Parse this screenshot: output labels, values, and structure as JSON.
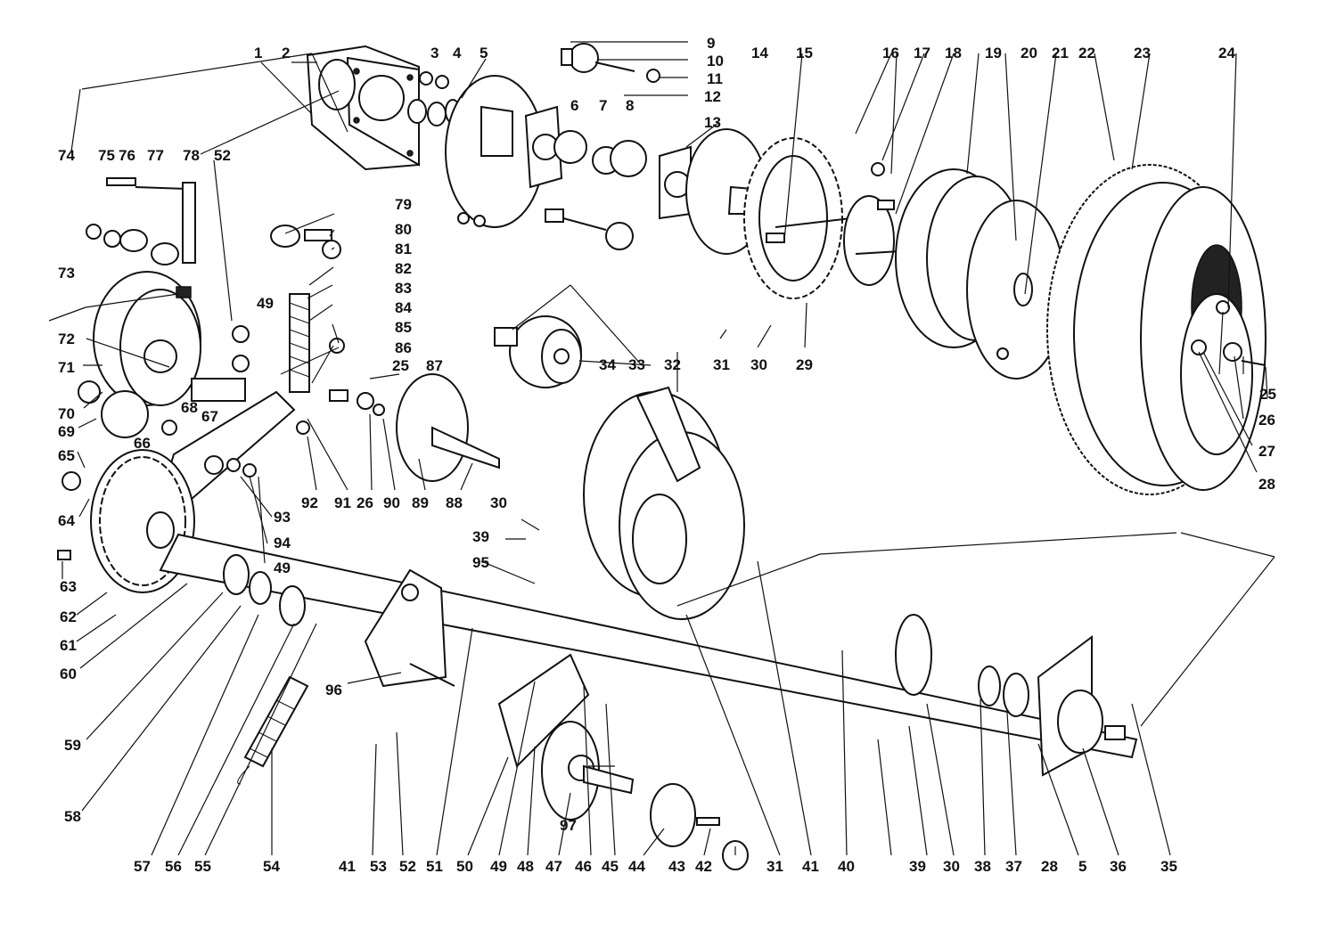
{
  "diagram": {
    "labels": {
      "n1": "1",
      "n2": "2",
      "n3": "3",
      "n4": "4",
      "n5a": "5",
      "n5b": "5",
      "n6": "6",
      "n7": "7",
      "n8": "8",
      "n9": "9",
      "n10": "10",
      "n11": "11",
      "n12": "12",
      "n13": "13",
      "n14": "14",
      "n15": "15",
      "n16": "16",
      "n17": "17",
      "n18": "18",
      "n19": "19",
      "n20": "20",
      "n21": "21",
      "n22": "22",
      "n23": "23",
      "n24": "24",
      "n25a": "25",
      "n25b": "25",
      "n26a": "26",
      "n26b": "26",
      "n27": "27",
      "n28a": "28",
      "n28b": "28",
      "n29": "29",
      "n30a": "30",
      "n30b": "30",
      "n30c": "30",
      "n31a": "31",
      "n31b": "31",
      "n32": "32",
      "n33": "33",
      "n34": "34",
      "n35": "35",
      "n36": "36",
      "n37": "37",
      "n38": "38",
      "n39a": "39",
      "n39b": "39",
      "n40": "40",
      "n41a": "41",
      "n41b": "41",
      "n42": "42",
      "n43": "43",
      "n44": "44",
      "n45": "45",
      "n46": "46",
      "n47": "47",
      "n48": "48",
      "n49a": "49",
      "n49b": "49",
      "n49c": "49",
      "n50": "50",
      "n51": "51",
      "n52a": "52",
      "n52b": "52",
      "n53": "53",
      "n54": "54",
      "n55": "55",
      "n56": "56",
      "n57": "57",
      "n58": "58",
      "n59": "59",
      "n60": "60",
      "n61": "61",
      "n62": "62",
      "n63": "63",
      "n64": "64",
      "n65": "65",
      "n66": "66",
      "n67": "67",
      "n68": "68",
      "n69": "69",
      "n70": "70",
      "n71": "71",
      "n72": "72",
      "n73": "73",
      "n74": "74",
      "n75": "75",
      "n76": "76",
      "n77": "77",
      "n78": "78",
      "n79": "79",
      "n80": "80",
      "n81": "81",
      "n82": "82",
      "n83": "83",
      "n84": "84",
      "n85": "85",
      "n86": "86",
      "n87": "87",
      "n88": "88",
      "n89": "89",
      "n90": "90",
      "n91": "91",
      "n92": "92",
      "n93": "93",
      "n94": "94",
      "n95": "95",
      "n96": "96",
      "n97": "97"
    }
  }
}
